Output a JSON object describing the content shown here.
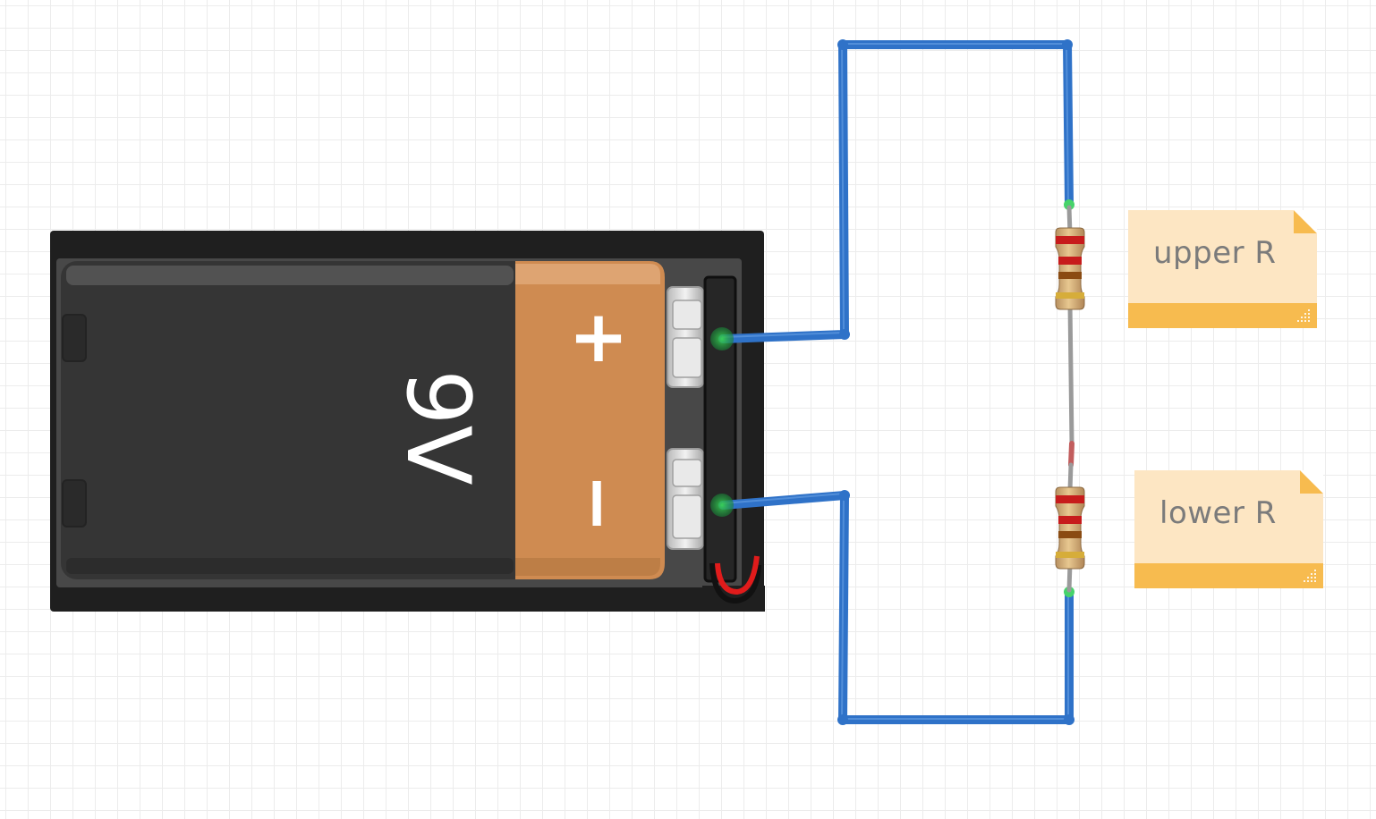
{
  "battery": {
    "voltage_label": "9V",
    "plus_label": "+",
    "minus_label": "−"
  },
  "notes": {
    "upper": "upper R",
    "lower": "lower R"
  },
  "colors": {
    "wire": "#2f72c8",
    "battery_body": "#333333",
    "battery_cap": "#cf8b51",
    "holder": "#1f1f1f",
    "note_bg": "#fde6c3",
    "note_accent": "#f7bb4f",
    "note_text": "#7b7b7b",
    "terminal_glow": "#22c55e",
    "grid_line": "#ececec"
  },
  "icons": {
    "note_resize": "resize-grip-icon",
    "note_corner": "folded-corner-icon"
  }
}
